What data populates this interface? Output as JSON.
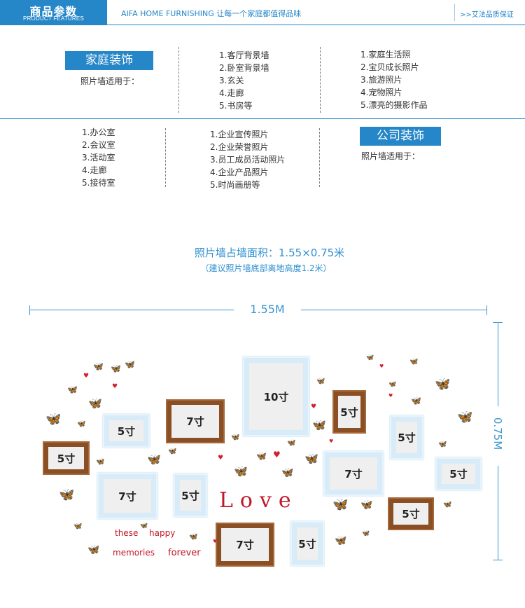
{
  "header": {
    "title_cn": "商品参数",
    "title_en": "PRODUCT FEATURES",
    "slogan": "AIFA HOME FURNISHING  让每一个家庭都值得品味",
    "guarantee": ">>艾法品质保证"
  },
  "home": {
    "tag": "家庭装饰",
    "note": "照片墙适用于：",
    "list_a": [
      "1.客厅背景墙",
      "2.卧室背景墙",
      "3.玄关",
      "4.走廊",
      "5.书房等"
    ],
    "list_b": [
      "1.家庭生活照",
      "2.宝贝成长照片",
      "3.旅游照片",
      "4.宠物照片",
      "5.漂亮的摄影作品"
    ]
  },
  "company": {
    "tag": "公司装饰",
    "note": "照片墙适用于：",
    "list_a": [
      "1.办公室",
      "2.会议室",
      "3.活动室",
      "4.走廊",
      "5.接待室"
    ],
    "list_b": [
      "1.企业宣传照片",
      "2.企业荣誉照片",
      "3.员工成员活动照片",
      "4.企业产品照片",
      "5.时尚画册等"
    ]
  },
  "area": {
    "line1": "照片墙占墙面积：1.55×0.75米",
    "line2": "（建议照片墙底部离地高度1.2米）"
  },
  "dimensions": {
    "width_label": "1.55M",
    "height_label": "0.75M"
  },
  "frames": [
    {
      "id": "f10",
      "label": "10寸",
      "style": "white"
    },
    {
      "id": "f7a",
      "label": "7寸",
      "style": "wood"
    },
    {
      "id": "f5a",
      "label": "5寸",
      "style": "white"
    },
    {
      "id": "f5b",
      "label": "5寸",
      "style": "wood"
    },
    {
      "id": "f7b",
      "label": "7寸",
      "style": "white"
    },
    {
      "id": "f5c",
      "label": "5寸",
      "style": "white"
    },
    {
      "id": "f5d",
      "label": "5寸",
      "style": "wood"
    },
    {
      "id": "f5e",
      "label": "5寸",
      "style": "white"
    },
    {
      "id": "f7c",
      "label": "7寸",
      "style": "white"
    },
    {
      "id": "f5f",
      "label": "5寸",
      "style": "white"
    },
    {
      "id": "f5g",
      "label": "5寸",
      "style": "wood"
    },
    {
      "id": "f7d",
      "label": "7寸",
      "style": "wood"
    },
    {
      "id": "f5h",
      "label": "5寸",
      "style": "white"
    }
  ],
  "decor": {
    "love": "Love",
    "words": [
      "these",
      "happy",
      "memories",
      "forever"
    ]
  },
  "colors": {
    "brand_blue": "#2586c8",
    "wood": "#8a4f25",
    "love_red": "#c01828"
  }
}
